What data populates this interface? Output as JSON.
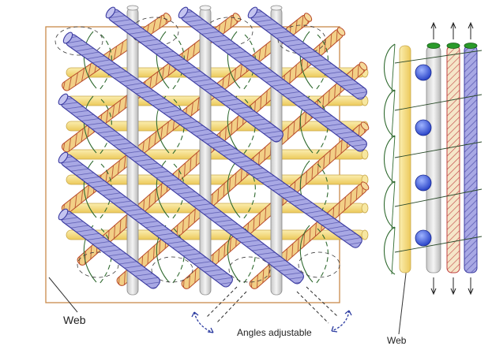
{
  "labels": {
    "web_left": "Web",
    "angles": "Angles adjustable",
    "web_right": "Web"
  },
  "colors": {
    "diagonal_blue": "#9a9ae0",
    "diagonal_blue_edge": "#3a3aa0",
    "hatched_orange": "#f2cf86",
    "hatched_edge": "#b84a2a",
    "horizontal_yellow": "#f7e08a",
    "vertical_gray": "#e6e6e6",
    "stitch_green": "#2f6a2f",
    "frame": "#c98a4a",
    "ball_blue": "#3b5bd6",
    "rod_cap_green": "#2a9a2a"
  },
  "icons": [
    "up-arrow-icon",
    "down-arrow-icon",
    "rotate-arrows-icon"
  ]
}
